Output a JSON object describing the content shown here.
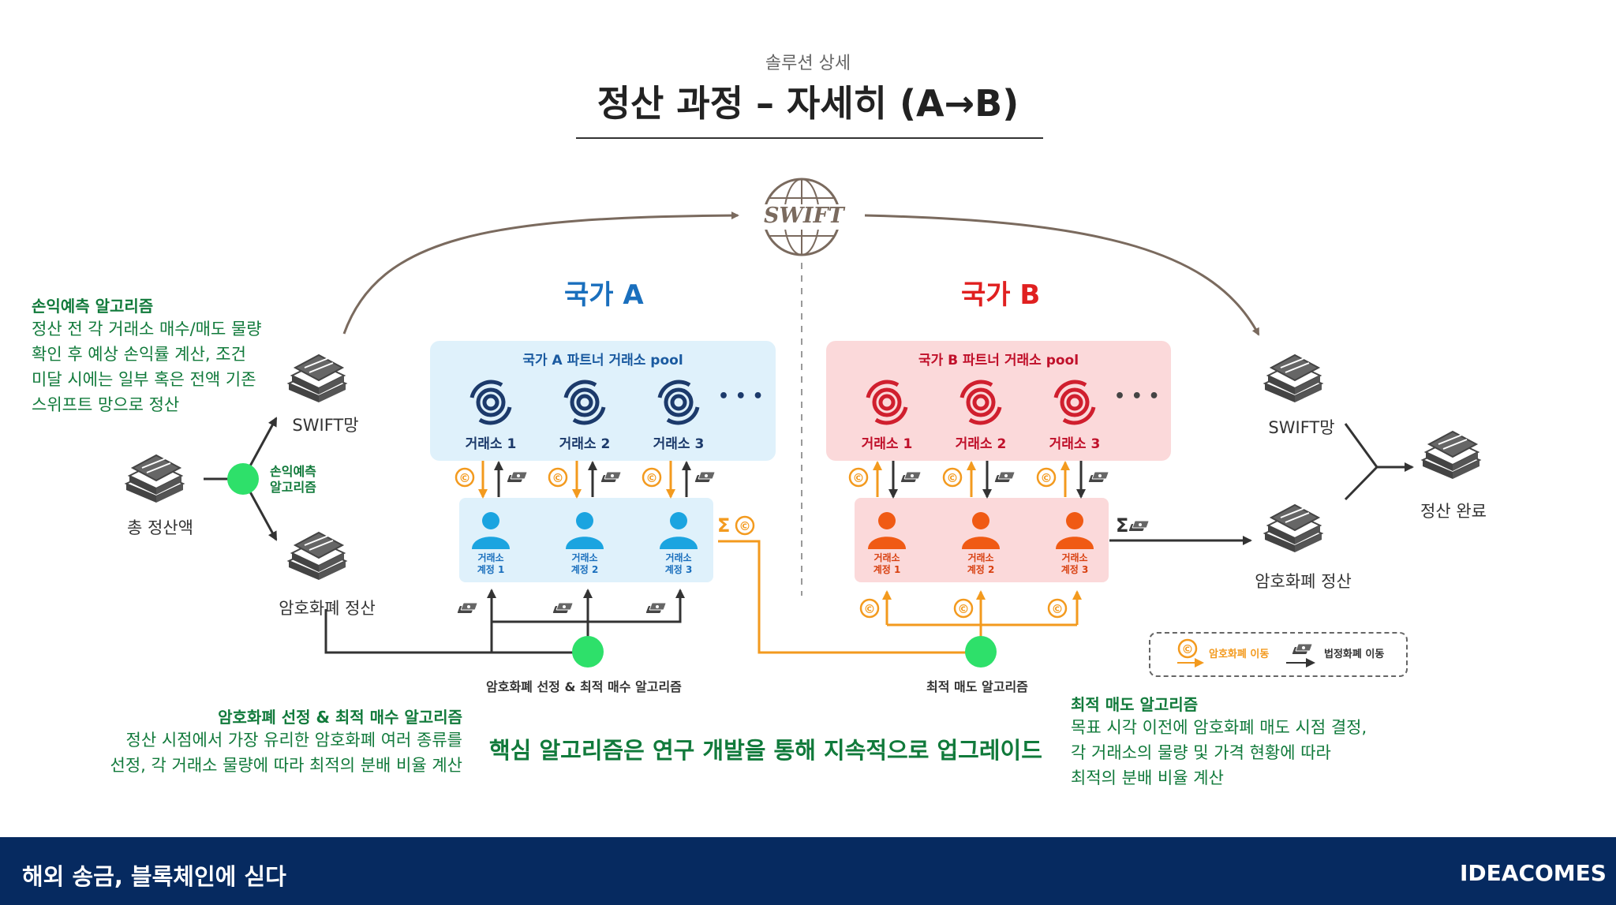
{
  "header": {
    "subtitle": "솔루션 상세",
    "title": "정산 과정 – 자세히 (A→B)"
  },
  "swift_logo": {
    "text": "SWIFT",
    "icon": "globe-icon"
  },
  "country_a": {
    "title": "국가 A",
    "pool_label": "국가 A 파트너 거래소 pool",
    "exchanges": [
      "거래소 1",
      "거래소 2",
      "거래소 3"
    ],
    "accounts": [
      {
        "line1": "거래소",
        "line2": "계정 1"
      },
      {
        "line1": "거래소",
        "line2": "계정 2"
      },
      {
        "line1": "거래소",
        "line2": "계정 3"
      }
    ],
    "ellipsis": "• • •"
  },
  "country_b": {
    "title": "국가 B",
    "pool_label": "국가 B 파트너 거래소 pool",
    "exchanges": [
      "거래소 1",
      "거래소 2",
      "거래소 3"
    ],
    "accounts": [
      {
        "line1": "거래소",
        "line2": "계정 1"
      },
      {
        "line1": "거래소",
        "line2": "계정 2"
      },
      {
        "line1": "거래소",
        "line2": "계정 3"
      }
    ],
    "ellipsis": "• • •"
  },
  "left_note": {
    "heading": "손익예측 알고리즘",
    "lines": [
      "정산 전 각 거래소 매수/매도 물량",
      "확인 후 예상 손익률 계산, 조건",
      "미달 시에는 일부 혹은 전액 기존",
      "스위프트 망으로 정산"
    ]
  },
  "nodes": {
    "total": "총 정산액",
    "swift_a": "SWIFT망",
    "crypto_a": "암호화폐 정산",
    "swift_b": "SWIFT망",
    "crypto_b": "암호화폐 정산",
    "complete": "정산 완료"
  },
  "junction_label": {
    "line1": "손익예측",
    "line2": "알고리즘"
  },
  "algo_labels": {
    "buy": "암호화폐 선정 & 최적 매수 알고리즘",
    "sell": "최적 매도 알고리즘"
  },
  "sum_symbol": "Σ",
  "coin_symbol": "©",
  "bottom_left_note": {
    "heading": "암호화폐 선정 & 최적 매수 알고리즘",
    "lines": [
      "정산 시점에서 가장 유리한 암호화폐 여러 종류를",
      "선정, 각 거래소 물량에 따라 최적의 분배 비율 계산"
    ]
  },
  "center_note": "핵심 알고리즘은 연구 개발을 통해 지속적으로 업그레이드",
  "bottom_right_note": {
    "heading": "최적 매도 알고리즘",
    "lines": [
      "목표 시각 이전에 암호화폐 매도 시점 결정,",
      "각 거래소의 물량 및 가격 현황에 따라",
      "최적의 분배 비율 계산"
    ]
  },
  "legend": {
    "crypto": "암호화폐 이동",
    "fiat": "법정화폐 이동"
  },
  "footer": {
    "left": "해외 송금, 블록체인에 싣다",
    "right": "IDEACOMES"
  },
  "colors": {
    "green_text": "#117a3b",
    "blue": "#1a6fbd",
    "red": "#e02020",
    "orange": "#f39a1e",
    "navy": "#062a60",
    "junction_green": "#2ee06a"
  }
}
